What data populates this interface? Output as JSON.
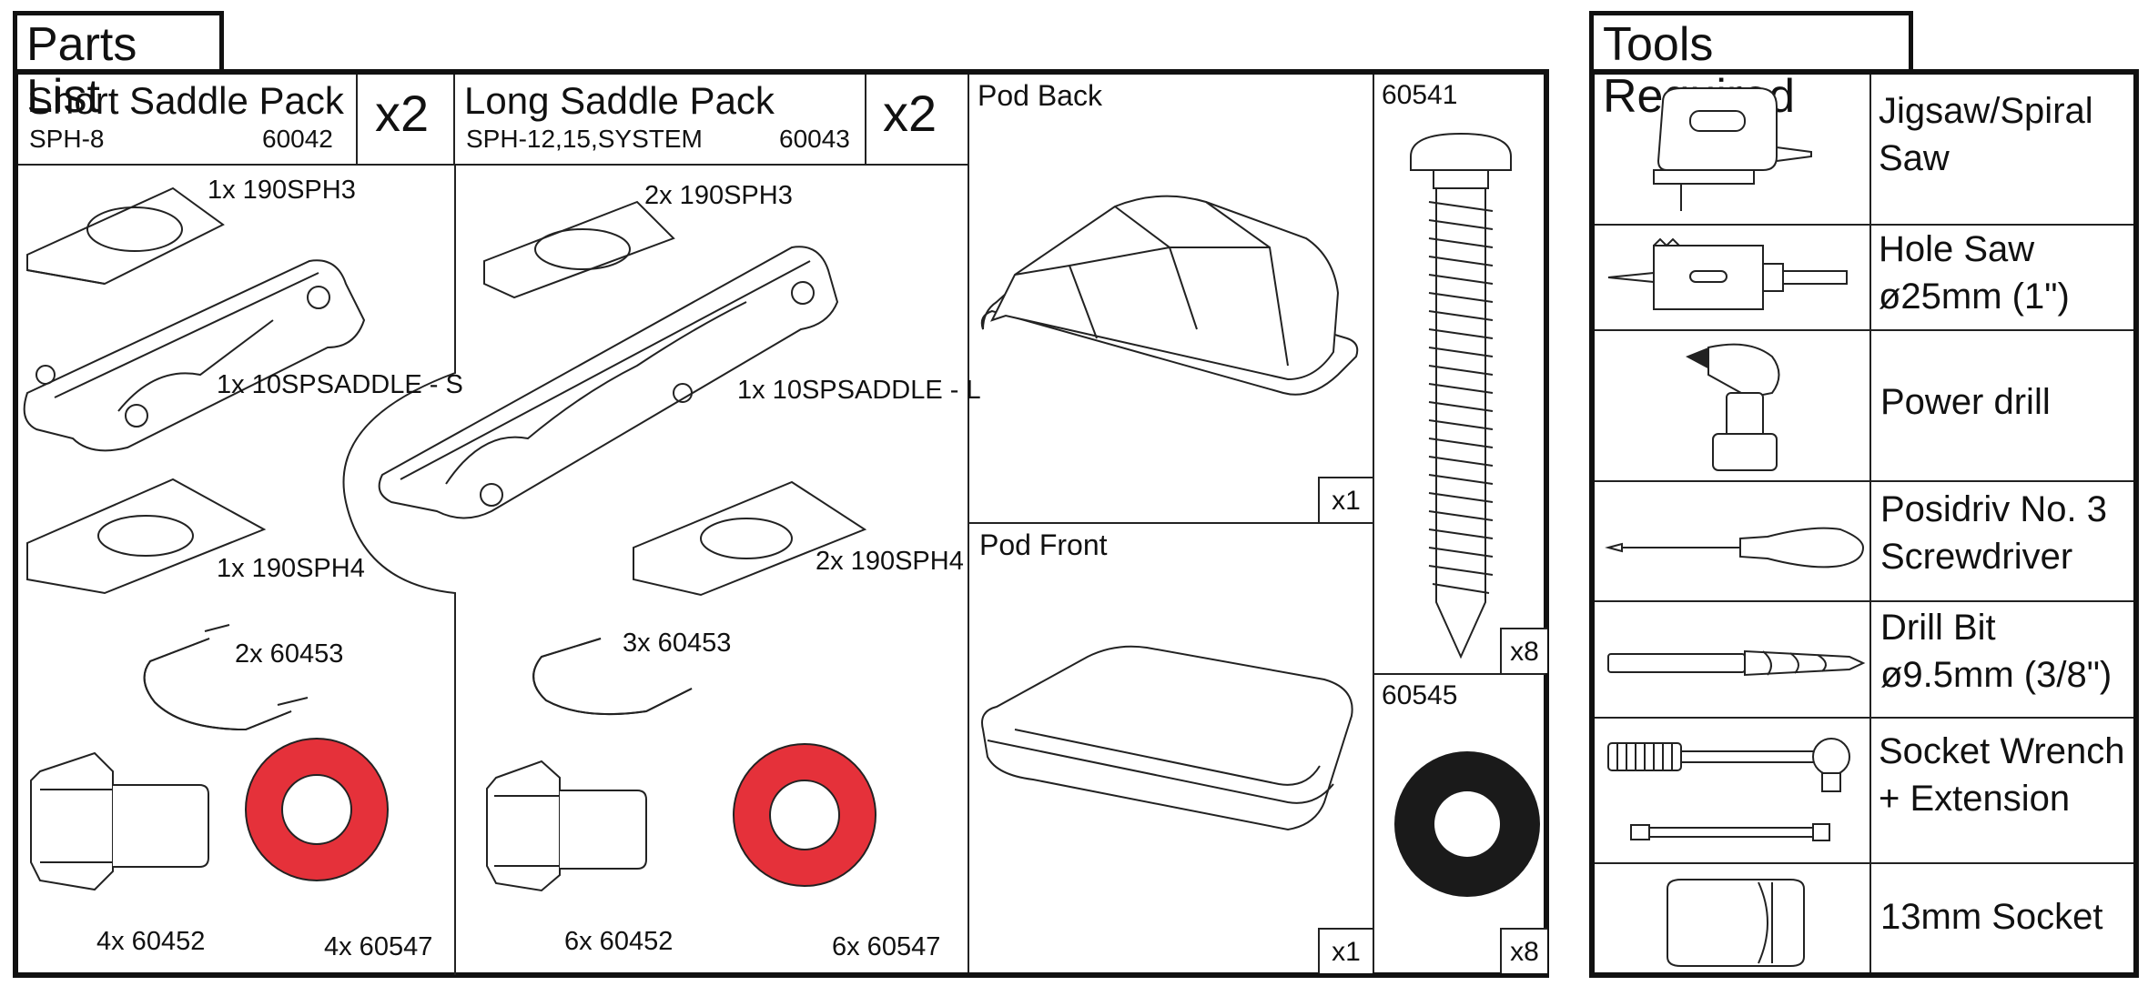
{
  "parts_list": {
    "title": "Parts List",
    "short_pack": {
      "name": "Short Saddle Pack",
      "model": "SPH-8",
      "code": "60042",
      "qty": "x2",
      "items": {
        "spacer_top": "1x 190SPH3",
        "saddle": "1x 10SPSADDLE - S",
        "spacer_bottom": "1x 190SPH4",
        "ubolt": "2x 60453",
        "bolt": "4x 60452",
        "washer": "4x 60547"
      }
    },
    "long_pack": {
      "name": "Long Saddle Pack",
      "model": "SPH-12,15,SYSTEM",
      "code": "60043",
      "qty": "x2",
      "items": {
        "spacer_top": "2x 190SPH3",
        "saddle": "1x 10SPSADDLE - L",
        "spacer_bottom": "2x 190SPH4",
        "ubolt": "3x 60453",
        "bolt": "6x 60452",
        "washer": "6x 60547"
      }
    },
    "pod_back": {
      "label": "Pod Back",
      "qty": "x1"
    },
    "pod_front": {
      "label": "Pod Front",
      "qty": "x1"
    },
    "screw": {
      "code": "60541",
      "qty": "x8"
    },
    "black_washer": {
      "code": "60545",
      "qty": "x8"
    }
  },
  "tools": {
    "title": "Tools Required",
    "items": [
      {
        "icon": "jigsaw-icon",
        "line1": "Jigsaw/Spiral",
        "line2": "Saw"
      },
      {
        "icon": "hole-saw-icon",
        "line1": "Hole Saw",
        "line2": "ø25mm (1\")"
      },
      {
        "icon": "power-drill-icon",
        "line1": "Power drill",
        "line2": ""
      },
      {
        "icon": "screwdriver-icon",
        "line1": "Posidriv No. 3",
        "line2": "Screwdriver"
      },
      {
        "icon": "drill-bit-icon",
        "line1": "Drill Bit",
        "line2": "ø9.5mm (3/8\")"
      },
      {
        "icon": "socket-wrench-icon",
        "line1": "Socket Wrench",
        "line2": "+ Extension"
      },
      {
        "icon": "socket-icon",
        "line1": "13mm Socket",
        "line2": ""
      }
    ]
  },
  "colors": {
    "washer_red": "#e5313a",
    "washer_black": "#1a1a1a",
    "border": "#111111"
  }
}
